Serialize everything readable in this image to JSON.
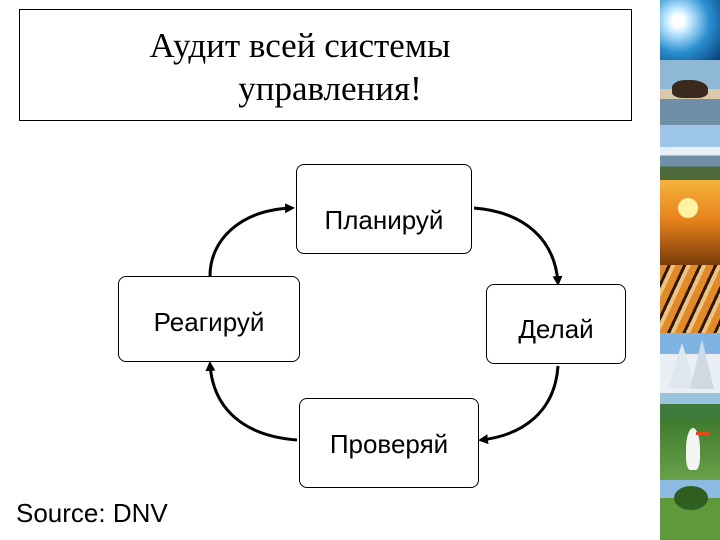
{
  "title": {
    "line1": "Аудит всей системы",
    "line2": "управления!"
  },
  "cycle": {
    "plan": "Планируй",
    "do": "Делай",
    "check": "Проверяй",
    "react": "Реагируй"
  },
  "source": "Source: DNV",
  "photo_strip": {
    "images": [
      "sun-rays",
      "horse-on-shore",
      "mountains",
      "sunset-grass",
      "tiger",
      "snowy-trees",
      "lake-landscape",
      "stork",
      "tree-hill"
    ]
  }
}
